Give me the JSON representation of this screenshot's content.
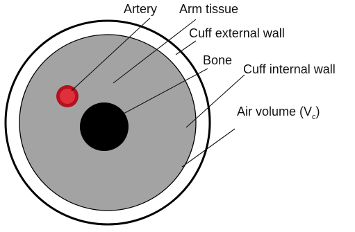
{
  "labels": {
    "artery": "Artery",
    "arm_tissue": "Arm tissue",
    "cuff_external_wall": "Cuff external wall",
    "bone": "Bone",
    "cuff_internal_wall": "Cuff internal wall",
    "air_volume_prefix": "Air volume (V",
    "air_volume_sub": "c",
    "air_volume_suffix": ")"
  },
  "colors": {
    "outline": "#000000",
    "cuff_fill": "#ffffff",
    "tissue_fill": "#a3a3a3",
    "bone_fill": "#000000",
    "artery_outer": "#b3121e",
    "artery_inner": "#e0303c"
  }
}
